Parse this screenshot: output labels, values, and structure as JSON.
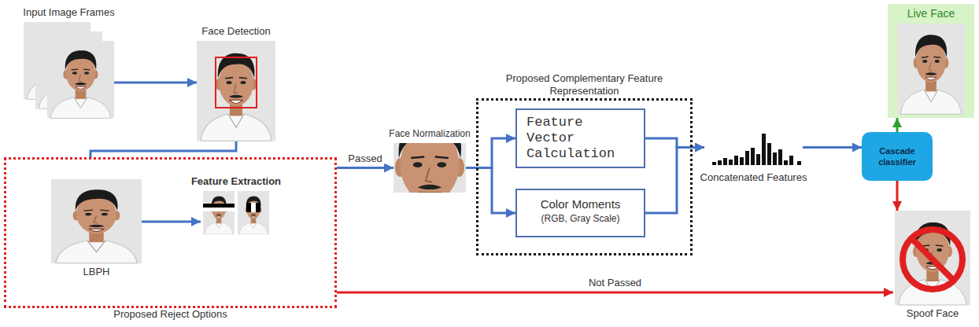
{
  "diagram": {
    "nodes": [
      {
        "text": [
          "Input Image Frames"
        ]
      },
      {
        "text": [
          "Face Detection"
        ]
      },
      {
        "text": [
          "Proposed Reject Options"
        ]
      },
      {
        "text": [
          "LBPH"
        ],
        "in": 2
      },
      {
        "text": [
          "Feature Extraction"
        ],
        "in": 2
      },
      {
        "text": [
          "Face Normalization"
        ]
      },
      {
        "text": [
          "Proposed Complementary Feature Representation"
        ]
      },
      {
        "text": [
          "Feature Vector Calculation"
        ],
        "in": 6
      },
      {
        "text": [
          "Color Moments",
          "(RGB, Gray Scale)"
        ],
        "in": 6
      },
      {
        "text": [
          "Concatenated Features"
        ]
      },
      {
        "text": [
          "Cascade classifier"
        ]
      },
      {
        "text": [
          "Live Face"
        ]
      },
      {
        "text": [
          "Spoof Face"
        ]
      }
    ],
    "edges": [
      {
        "from": 0,
        "to": 1,
        "arrow": "to"
      },
      {
        "from": 1,
        "to": 2,
        "arrow": "none"
      },
      {
        "from": 3,
        "to": 4,
        "arrow": "to"
      },
      {
        "from": 2,
        "to": 5,
        "label": "Passed",
        "arrow": "to"
      },
      {
        "from": 5,
        "to": 7,
        "arrow": "to"
      },
      {
        "from": 5,
        "to": 8,
        "arrow": "to"
      },
      {
        "from": 7,
        "to": 9,
        "arrow": "to"
      },
      {
        "from": 8,
        "to": 9,
        "arrow": "to"
      },
      {
        "from": 9,
        "to": 10,
        "arrow": "to"
      },
      {
        "from": 10,
        "to": 11,
        "arrow": "to"
      },
      {
        "from": 10,
        "to": 12,
        "arrow": "to"
      },
      {
        "from": 2,
        "to": 12,
        "label": "Not Passed",
        "arrow": "to"
      }
    ]
  }
}
